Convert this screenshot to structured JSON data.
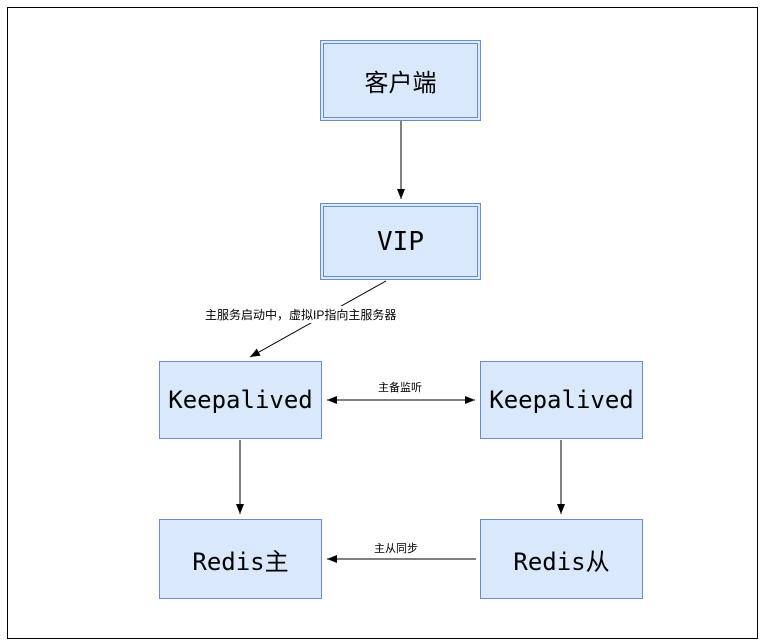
{
  "diagram": {
    "nodes": {
      "client": {
        "label": "客户端"
      },
      "vip": {
        "label": "VIP"
      },
      "keepalived_left": {
        "label": "Keepalived"
      },
      "keepalived_right": {
        "label": "Keepalived"
      },
      "redis_master": {
        "label": "Redis主"
      },
      "redis_slave": {
        "label": "Redis从"
      }
    },
    "edges": {
      "vip_to_keepalived": {
        "label": "主服务启动中，虚拟IP指向主服务器"
      },
      "keepalived_monitor": {
        "label": "主备监听"
      },
      "redis_sync": {
        "label": "主从同步"
      }
    },
    "colors": {
      "node_fill": "#dae8fc",
      "node_border": "#6c8ebf",
      "arrow": "#000000",
      "page_border": "#000000"
    }
  }
}
